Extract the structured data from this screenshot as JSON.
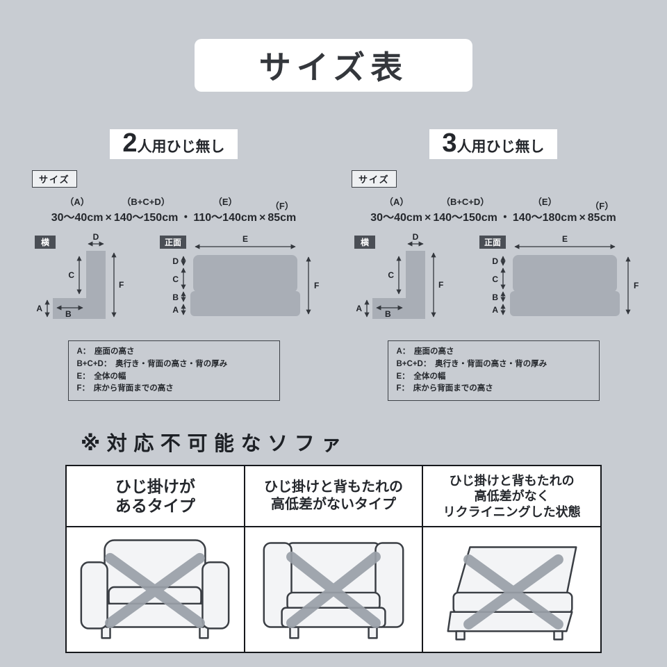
{
  "page": {
    "title": "サイズ表",
    "incompatible_heading": "※対応不可能なソファ"
  },
  "labels": {
    "size_tag": "サイズ",
    "side_view": "横",
    "front_view": "正面"
  },
  "letters": {
    "A": "A",
    "B": "B",
    "C": "C",
    "D": "D",
    "E": "E",
    "F": "F"
  },
  "panels": [
    {
      "person_number": "2",
      "person_suffix": "人用ひじ無し",
      "dims": [
        {
          "h": "（A）",
          "v": "30〜40cm"
        },
        {
          "h": "",
          "v": "×"
        },
        {
          "h": "（B+C+D）",
          "v": "140〜150cm"
        },
        {
          "h": "",
          "v": "・"
        },
        {
          "h": "（E）",
          "v": "110〜140cm"
        },
        {
          "h": "",
          "v": "×"
        },
        {
          "h": "（F）",
          "v": "85cm"
        }
      ],
      "legend": [
        "A：　座面の高さ",
        "B+C+D：　奥行き・背面の高さ・背の厚み",
        "E：　全体の幅",
        "F：　床から背面までの高さ"
      ]
    },
    {
      "person_number": "3",
      "person_suffix": "人用ひじ無し",
      "dims": [
        {
          "h": "（A）",
          "v": "30〜40cm"
        },
        {
          "h": "",
          "v": "×"
        },
        {
          "h": "（B+C+D）",
          "v": "140〜150cm"
        },
        {
          "h": "",
          "v": "・"
        },
        {
          "h": "（E）",
          "v": "140〜180cm"
        },
        {
          "h": "",
          "v": "×"
        },
        {
          "h": "（F）",
          "v": "85cm"
        }
      ],
      "legend": [
        "A：　座面の高さ",
        "B+C+D：　奥行き・背面の高さ・背の厚み",
        "E：　全体の幅",
        "F：　床から背面までの高さ"
      ]
    }
  ],
  "incompatible_table": {
    "headers": [
      "ひじ掛けが\nあるタイプ",
      "ひじ掛けと背もたれの\n高低差がないタイプ",
      "ひじ掛けと背もたれの\n高低差がなく\nリクライニングした状態"
    ]
  },
  "colors": {
    "background": "#c8ccd2",
    "dark_label": "#4a4e55",
    "diagram_fill": "#a9aeb6",
    "x_mark": "#9aa0a8",
    "table_border": "#16181c"
  }
}
